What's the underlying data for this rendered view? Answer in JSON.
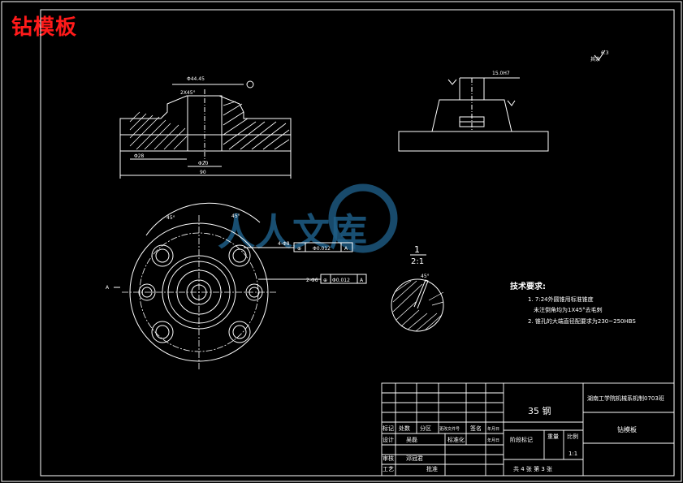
{
  "drawing_title_overlay": "钻模板",
  "watermark": {
    "text": "人人文库"
  },
  "roughness_note": "其余",
  "roughness_value": "6.3",
  "dims": {
    "d1": "Φ44.45",
    "d2": "2X45°",
    "d3": "Φ20",
    "d4": "90",
    "d5": "Φ28",
    "d6": "15.0H7",
    "angle1": "45°",
    "angle2": "45°",
    "angle_detail": "45°"
  },
  "tolerance_frames": [
    {
      "label": "4-Φ8",
      "sym": "⊕",
      "value": "Φ0.012",
      "datum": "A"
    },
    {
      "label": "2-Φ6",
      "sym": "⊕",
      "value": "Φ0.012",
      "datum": "A"
    }
  ],
  "detail": {
    "id": "1",
    "scale": "2:1"
  },
  "tech": {
    "title": "技术要求:",
    "lines": [
      "1. 7:24外圆锥用标准锥度",
      "未注倒角均为1X45°去毛刺",
      "2. 锥孔的大端直径配要求为230~250HBS"
    ]
  },
  "title_block": {
    "material": "35 钢",
    "school": "湖南工学院机械系机制0703班",
    "part_name": "钻模板",
    "headers": [
      "标记",
      "处数",
      "分区",
      "更改文件号",
      "签名",
      "年月日"
    ],
    "design": "设计",
    "designer": "吴磊",
    "standard": "标准化",
    "stage_mark": "阶段标记",
    "weight": "重量",
    "ratio": "比例",
    "scale": "1:1",
    "review": "审核",
    "reviewer": "邓冠君",
    "process": "工艺",
    "approve": "批准",
    "sheets": "共 4 张 第 3 张"
  }
}
